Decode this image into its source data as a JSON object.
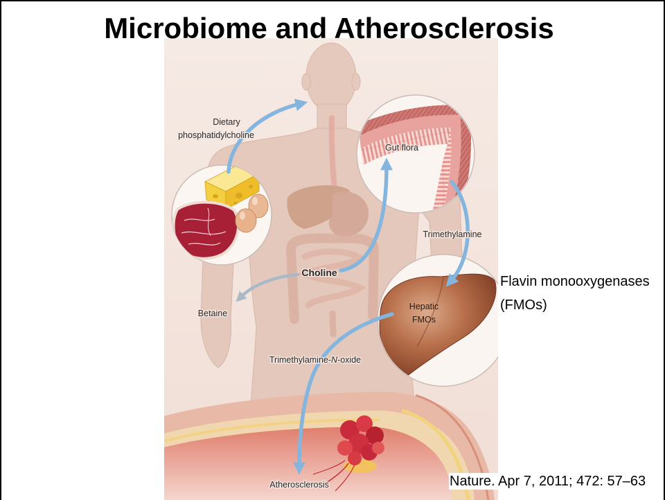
{
  "slide": {
    "title": "Microbiome and Atherosclerosis",
    "side_note": {
      "line1": "Flavin monooxygenases",
      "line2": "(FMOs)"
    },
    "citation": "Nature. Apr 7, 2011; 472: 57–63"
  },
  "figure": {
    "labels": {
      "dietary_line1": "Dietary",
      "dietary_line2": "phosphatidylcholine",
      "gut_flora": "Gut flora",
      "trimethylamine": "Trimethylamine",
      "choline": "Choline",
      "betaine": "Betaine",
      "hepatic_line1": "Hepatic",
      "hepatic_line2": "FMOs",
      "tmao_prefix": "Trimethylamine-",
      "tmao_n": "N",
      "tmao_suffix": "-oxide",
      "atherosclerosis": "Atherosclerosis"
    }
  },
  "colors": {
    "frame": "#000000",
    "title_text": "#000000",
    "figure_background": "#f3e5de",
    "arrow": "#84b5de",
    "arrow_muted": "#a9b9c8"
  }
}
